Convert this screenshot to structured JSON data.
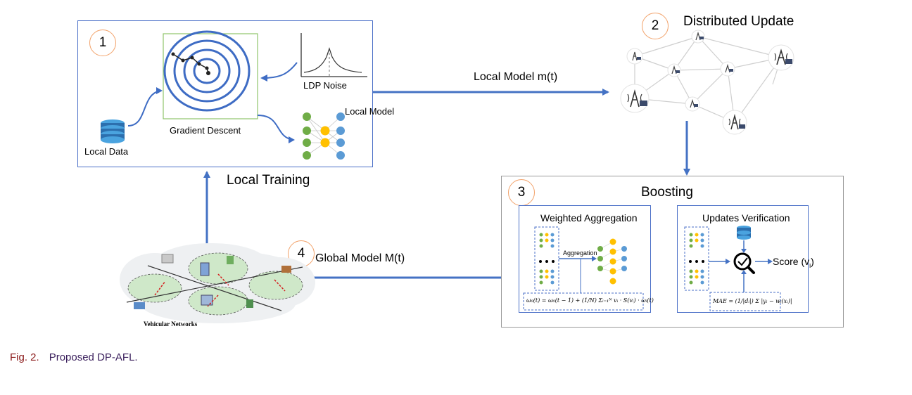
{
  "steps": [
    "1",
    "2",
    "3",
    "4"
  ],
  "local_training": {
    "title": "Local Training",
    "local_data": "Local Data",
    "gradient_descent": "Gradient Descent",
    "ldp_noise": "LDP Noise",
    "local_model": "Local Model"
  },
  "arrows": {
    "local_model_mt": "Local Model m(t)",
    "global_model_mt": "Global Model M(t)"
  },
  "distributed": {
    "title": "Distributed Update"
  },
  "boosting": {
    "title": "Boosting",
    "weighted_aggregation": "Weighted Aggregation",
    "aggregation": "Aggregation",
    "updates_verification": "Updates Verification",
    "score": "Score (v",
    "score_sub": "i",
    "score_close": ")",
    "formula_left": "ω₀(t) = ω₀(t − 1) + (1/N) Σᵢ₌₁ᴺ vᵢ · S(vᵢ) · ωᵢ(t)",
    "formula_right": "MAE = (1/|dᵢ|) Σ |yᵢ − wᵢ(xᵢ)|"
  },
  "vehicular": {
    "label": "Vehicular Networks"
  },
  "caption": {
    "fig": "Fig. 2.",
    "text": "Proposed DP-AFL."
  },
  "colors": {
    "arrow": "#4472c4",
    "box_border": "#4a6fc7",
    "step_border": "#f2a26a",
    "node_green": "#70ad47",
    "node_yellow": "#ffc000",
    "node_blue": "#5b9bd5",
    "caption_fig": "#8b1a1a",
    "caption_text": "#3a1f5c"
  }
}
